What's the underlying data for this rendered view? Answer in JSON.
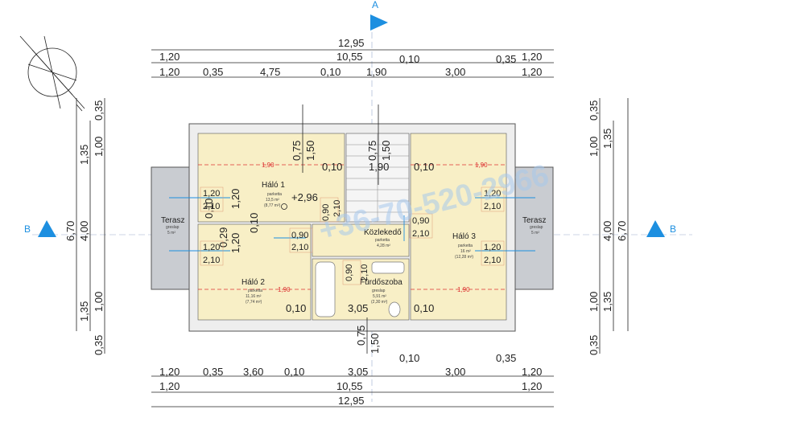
{
  "markers": {
    "section": "B",
    "top": "A"
  },
  "dims": {
    "top_total": "12,95",
    "top_r2": [
      "1,20",
      "10,55",
      "0,10",
      "0,35",
      "1,20"
    ],
    "top_r3": [
      "1,20",
      "0,35",
      "4,75",
      "0,10",
      "1,90",
      "3,00",
      "1,20"
    ],
    "bot_r1": [
      "0,10",
      "0,35"
    ],
    "bot_r2": [
      "1,20",
      "0,35",
      "3,60",
      "0,10",
      "3,05",
      "3,00",
      "1,20"
    ],
    "bot_r3": [
      "1,20",
      "10,55",
      "1,20"
    ],
    "bot_total": "12,95",
    "left_outer": "6,70",
    "left_mid": [
      "1,35",
      "4,00",
      "1,35"
    ],
    "left_inner": [
      "0,35",
      "1,00",
      "1,00",
      "0,35"
    ],
    "right_outer": "6,70",
    "right_mid": [
      "1,35",
      "4,00",
      "1,35"
    ],
    "right_inner": [
      "0,35",
      "1,00",
      "1,00",
      "0,35"
    ]
  },
  "rooms": {
    "halo1": {
      "name": "Háló 1",
      "floor": "parketta",
      "area": "13,5 m²",
      "area2": "(8,77 m²)"
    },
    "halo2": {
      "name": "Háló 2",
      "floor": "parketta",
      "area": "11,16 m²",
      "area2": "(7,74 m²)"
    },
    "halo3": {
      "name": "Háló 3",
      "floor": "parketta",
      "area": "16 m²",
      "area2": "(12,28 m²)"
    },
    "kozlekedo": {
      "name": "Közlekedő",
      "floor": "parketta",
      "area": "4,28 m²"
    },
    "furdoszoba": {
      "name": "Fürdőszoba",
      "floor": "greslap",
      "area": "5,91 m²",
      "area2": "(2,30 m²)"
    },
    "terasz_l": {
      "name": "Terasz",
      "floor": "greslap",
      "area": "5 m²"
    },
    "terasz_r": {
      "name": "Terasz",
      "floor": "greslap",
      "area": "5 m²"
    }
  },
  "level": "+2,96",
  "interior": {
    "red_190": "1,90",
    "v010": "0,10",
    "v190": "1,90",
    "v075": "0,75",
    "v150": "1,50",
    "v120": "1,20",
    "v029": "0,29",
    "v305": "3,05",
    "win_w": "1,20",
    "win_h": "2,10",
    "door_w": "0,90",
    "door_h": "2,10",
    "door_w2": "0,90",
    "door_h2": "2,10"
  },
  "watermark": "+36-70-520-2966"
}
